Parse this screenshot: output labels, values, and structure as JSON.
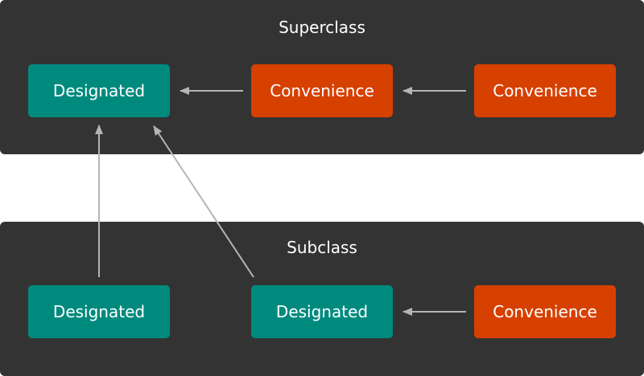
{
  "superclass": {
    "title": "Superclass",
    "boxes": [
      "Designated",
      "Convenience",
      "Convenience"
    ]
  },
  "subclass": {
    "title": "Subclass",
    "boxes": [
      "Designated",
      "Designated",
      "Convenience"
    ]
  },
  "colors": {
    "panel": "#333333",
    "designated": "#008A7E",
    "convenience": "#D64000",
    "arrow": "#B5B5B5"
  }
}
